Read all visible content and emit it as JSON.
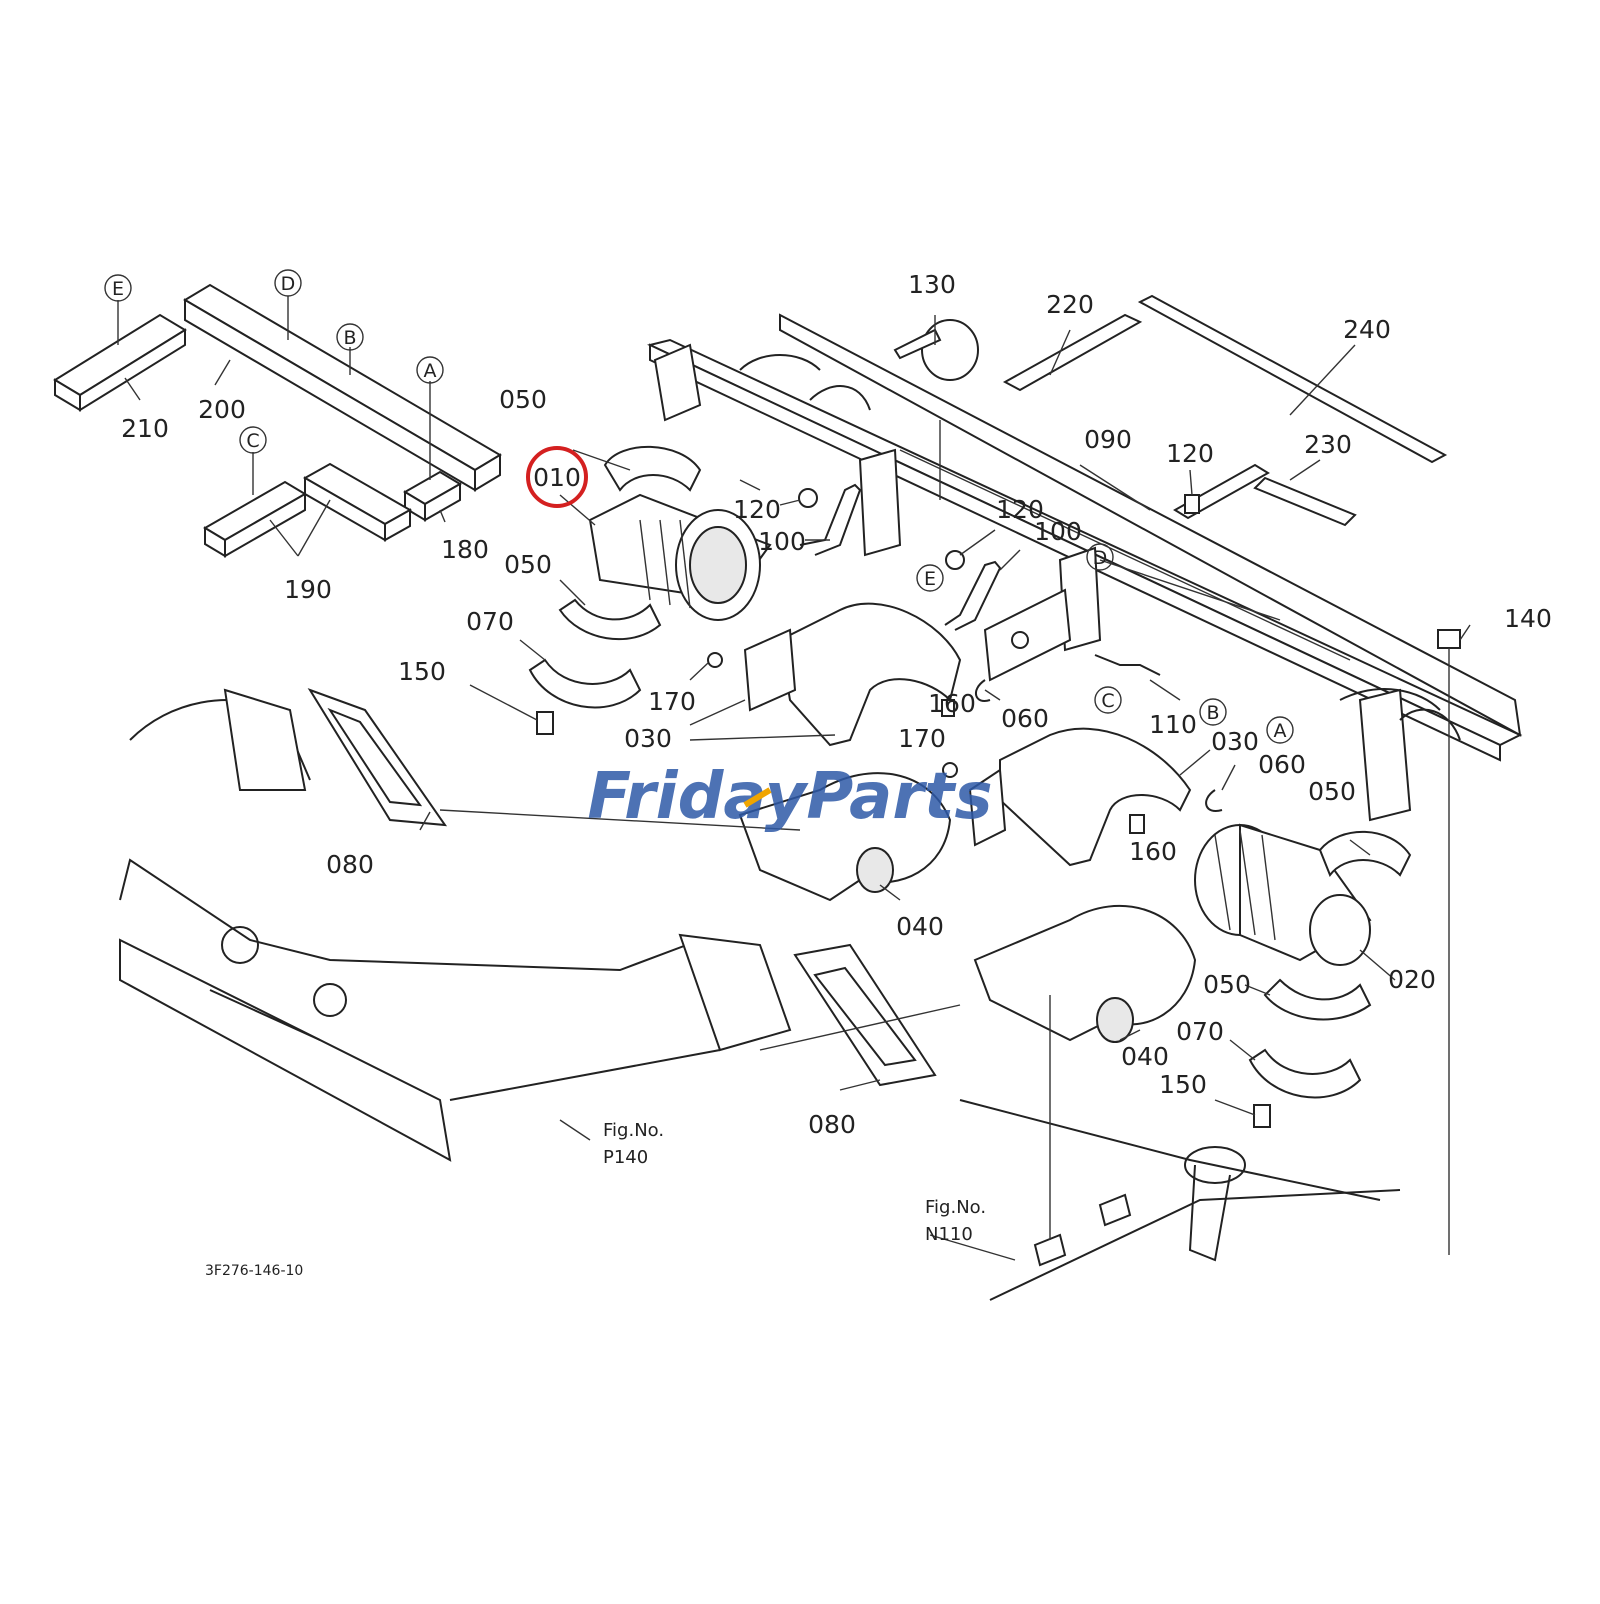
{
  "diagram": {
    "part_numbers": {
      "p010": "010",
      "p020": "020",
      "p030a": "030",
      "p030b": "030",
      "p040a": "040",
      "p040b": "040",
      "p050a": "050",
      "p050b": "050",
      "p050c": "050",
      "p050d": "050",
      "p060a": "060",
      "p060b": "060",
      "p070a": "070",
      "p070b": "070",
      "p080a": "080",
      "p080b": "080",
      "p090": "090",
      "p100a": "100",
      "p100b": "100",
      "p110": "110",
      "p120a": "120",
      "p120b": "120",
      "p120c": "120",
      "p130": "130",
      "p140": "140",
      "p150a": "150",
      "p150b": "150",
      "p160a": "160",
      "p160b": "160",
      "p170a": "170",
      "p170b": "170",
      "p180": "180",
      "p190": "190",
      "p200": "200",
      "p210": "210",
      "p220": "220",
      "p230": "230",
      "p240": "240"
    },
    "callouts": {
      "a1": "A",
      "b1": "B",
      "c1": "C",
      "d1": "D",
      "e1": "E",
      "a2": "A",
      "b2": "B",
      "c2": "C",
      "d2": "D",
      "e2": "E"
    },
    "figure_refs": {
      "p140_title": "Fig.No.",
      "p140_num": "P140",
      "n110_title": "Fig.No.",
      "n110_num": "N110"
    },
    "drawing_code": "3F276-146-10",
    "watermark": {
      "text": "FridayParts",
      "color": "#2e5aa8",
      "accent": "#f0a500"
    },
    "highlight_color": "#d42020"
  }
}
